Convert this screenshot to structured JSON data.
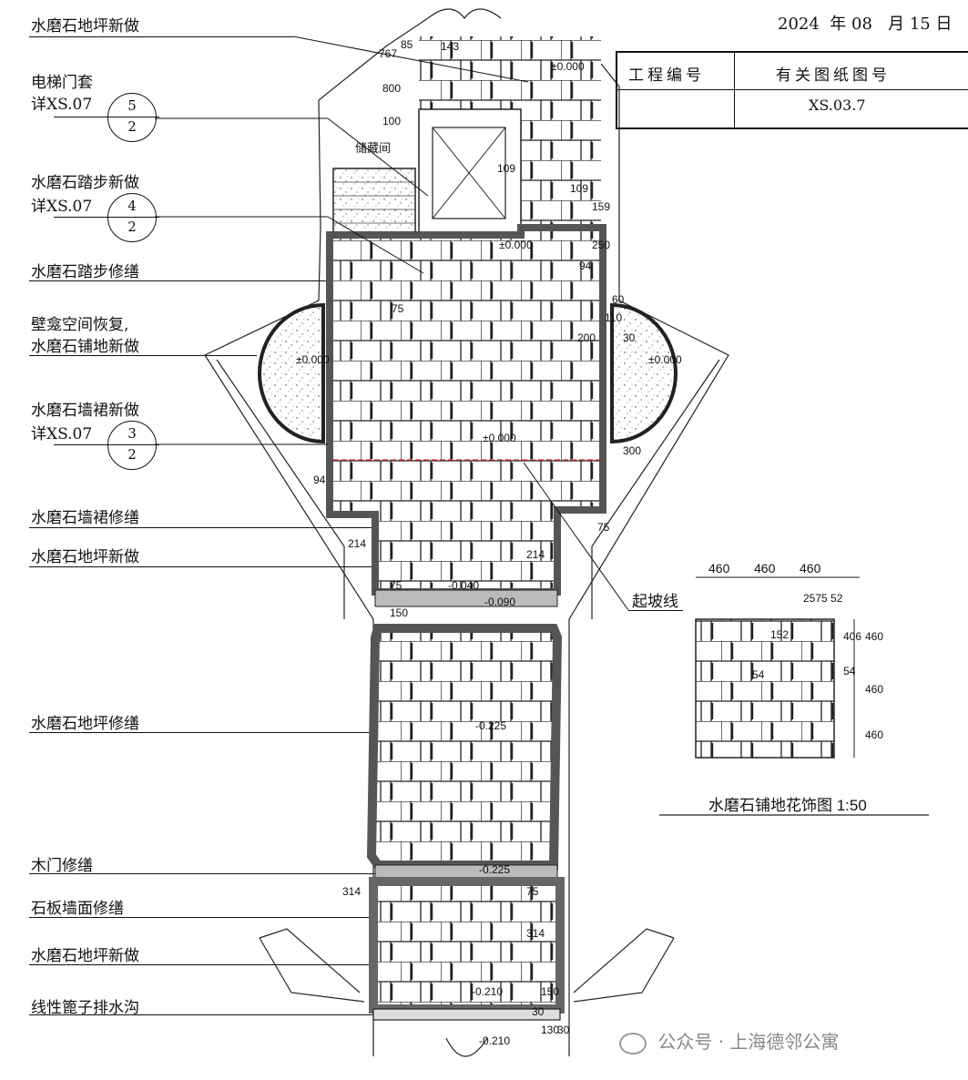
{
  "header": {
    "date_year": "2024",
    "date_year_char": "年",
    "date_month": "08",
    "date_month_char": "月",
    "date_day": "15",
    "date_day_char": "日"
  },
  "title_block": {
    "col1_header": "工程编号",
    "col2_header": "有关图纸图号",
    "col1_value": "",
    "col2_value": "XS.03.7"
  },
  "labels": [
    {
      "text": "水磨石地坪新做"
    },
    {
      "text": "电梯门套"
    },
    {
      "text": "详XS.07"
    },
    {
      "text": "水磨石踏步新做"
    },
    {
      "text": "详XS.07"
    },
    {
      "text": "水磨石踏步修缮"
    },
    {
      "text": "壁龛空间恢复,"
    },
    {
      "text": "水磨石铺地新做"
    },
    {
      "text": "水磨石墙裙新做"
    },
    {
      "text": "详XS.07"
    },
    {
      "text": "水磨石墙裙修缮"
    },
    {
      "text": "水磨石地坪新做"
    },
    {
      "text": "水磨石地坪修缮"
    },
    {
      "text": "木门修缮"
    },
    {
      "text": "石板墙面修缮"
    },
    {
      "text": "水磨石地坪新做"
    },
    {
      "text": "线性篦子排水沟"
    },
    {
      "text": "起坡线"
    }
  ],
  "detail_refs": [
    {
      "top": "5",
      "bottom": "2"
    },
    {
      "top": "4",
      "bottom": "2"
    },
    {
      "top": "3",
      "bottom": "2"
    }
  ],
  "room_label": "储藏间",
  "elevations": {
    "e1": "±0.000",
    "e2": "±0.000",
    "e3": "±0.000",
    "e4": "±0.000",
    "e5": "±0.000",
    "e6": "-0.040",
    "e7": "-0.090",
    "e8": "-0.225",
    "e9": "-0.225",
    "e10": "-0.210",
    "e11": "-0.210"
  },
  "dimensions": {
    "d85": "85",
    "d143": "143",
    "d767": "767",
    "d800": "800",
    "d100": "100",
    "d109a": "109",
    "d109b": "109",
    "d159": "159",
    "d250": "250",
    "d94a": "94",
    "d75a": "75",
    "d60": "60",
    "d110": "110",
    "d200": "200",
    "d30": "30",
    "d94b": "94",
    "d300": "300",
    "d75b": "75",
    "d214a": "214",
    "d214b": "214",
    "d75c": "75",
    "d150": "150",
    "d314a": "314",
    "d75d": "75",
    "d314b": "314",
    "d150b": "150",
    "d30b": "30",
    "d130": "130",
    "d30c": "30"
  },
  "detail": {
    "title": "水磨石铺地花饰图 1:50",
    "top_dims": [
      "460",
      "460",
      "460"
    ],
    "sub_dims": "2575 52",
    "dim_152": "152",
    "dim_54a": "54",
    "dim_54b": "54",
    "right_dims": [
      "406",
      "460",
      "460",
      "460"
    ]
  },
  "watermark": "公众号 · 上海德邻公寓"
}
